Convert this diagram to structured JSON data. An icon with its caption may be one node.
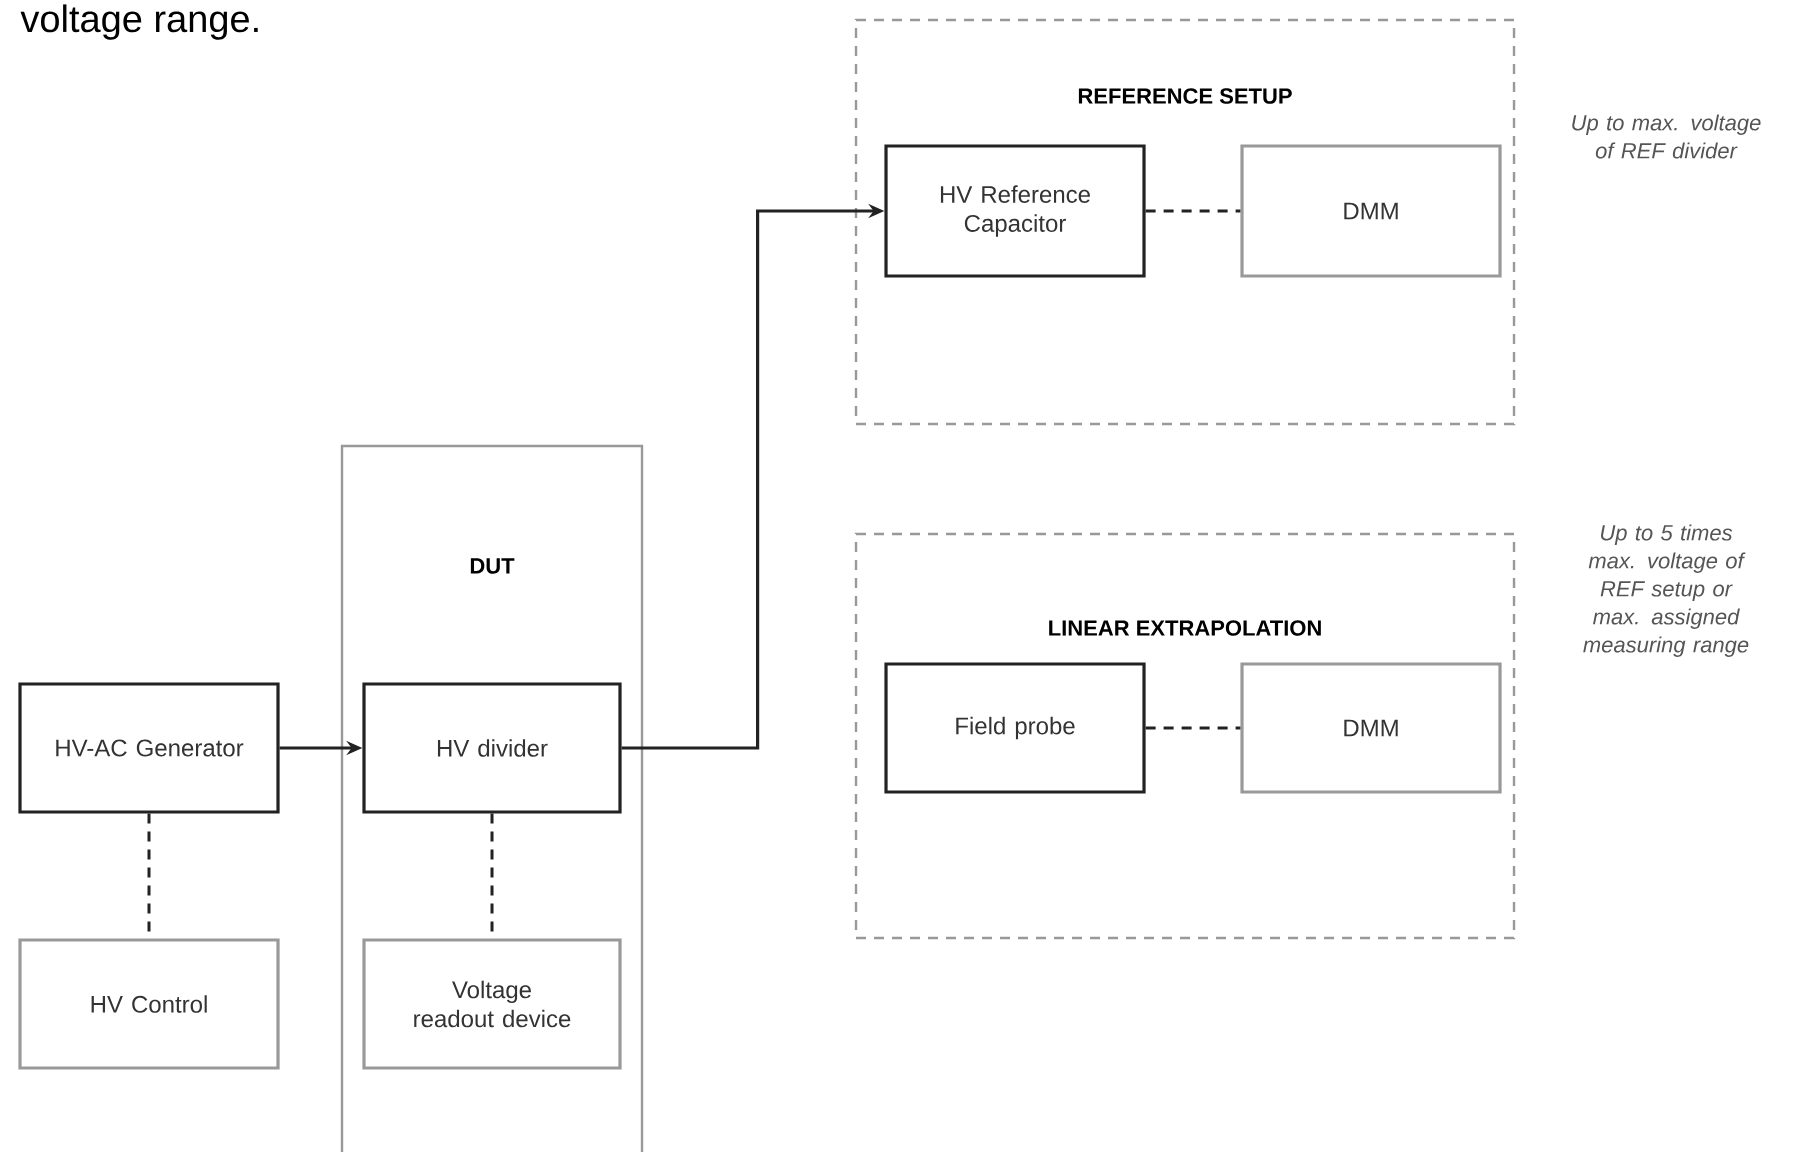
{
  "diagram": {
    "nodes": [
      {
        "text": [
          "REFERENCE SETUP"
        ],
        "beside": [
          "Up to max. voltage of REF divider"
        ]
      },
      {
        "text": [
          "HV Reference Capacitor"
        ],
        "in": 0
      },
      {
        "text": [
          "DMM"
        ],
        "in": 0
      },
      {
        "text": [
          "DUT"
        ]
      },
      {
        "text": [
          "HV-AC Generator"
        ]
      },
      {
        "text": [
          "HV divider"
        ],
        "in": 3
      },
      {
        "text": [
          "HV Control"
        ]
      },
      {
        "text": [
          "Voltage readout device"
        ],
        "in": 3
      },
      {
        "text": [
          "LINEAR EXTRAPOLATION"
        ],
        "beside": [
          "Up to 5 times max. voltage of REF setup or max. assigned measuring range"
        ]
      },
      {
        "text": [
          "Field probe"
        ],
        "in": 8
      },
      {
        "text": [
          "DMM"
        ],
        "in": 8
      }
    ],
    "edges": [
      {
        "from": 4,
        "to": 5,
        "arrow": "to"
      },
      {
        "from": 5,
        "to": 1,
        "arrow": "to"
      },
      {
        "from": 1,
        "to": 2,
        "arrow": "none",
        "style": "dashed"
      },
      {
        "from": 4,
        "to": 6,
        "arrow": "none",
        "style": "dashed"
      },
      {
        "from": 5,
        "to": 7,
        "arrow": "none",
        "style": "dashed"
      },
      {
        "from": 9,
        "to": 10,
        "arrow": "none",
        "style": "dashed"
      }
    ],
    "labels": [
      "voltage range."
    ]
  }
}
